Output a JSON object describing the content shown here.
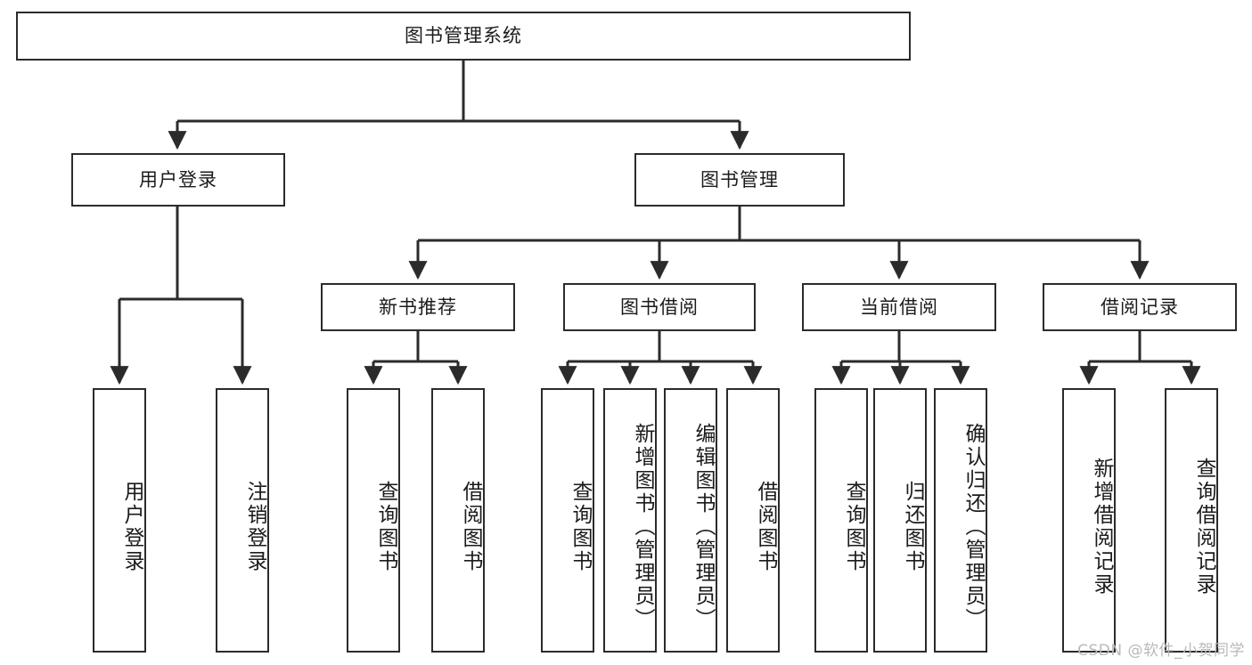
{
  "diagram": {
    "title": "图书管理系统",
    "type": "tree",
    "stroke_color": "#2b2b2b",
    "fill_color": "#ffffff",
    "text_color": "#1b1b1b",
    "watermark": "CSDN @软件_小贺同学"
  },
  "nodes": {
    "root": {
      "label": "图书管理系统"
    },
    "level2": [
      {
        "id": "user-login",
        "label": "用户登录"
      },
      {
        "id": "book-manage",
        "label": "图书管理"
      }
    ],
    "level3": [
      {
        "id": "new-book-recommend",
        "label": "新书推荐"
      },
      {
        "id": "book-borrow",
        "label": "图书借阅"
      },
      {
        "id": "current-borrow",
        "label": "当前借阅"
      },
      {
        "id": "borrow-record",
        "label": "借阅记录"
      }
    ],
    "leaves": {
      "user_login": [
        {
          "id": "leaf-user-login",
          "label": "用户登录"
        },
        {
          "id": "leaf-logout-login",
          "label": "注销登录"
        }
      ],
      "new_book_recommend": [
        {
          "id": "leaf-query-book-1",
          "label": "查询图书"
        },
        {
          "id": "leaf-borrow-book-1",
          "label": "借阅图书"
        }
      ],
      "book_borrow": [
        {
          "id": "leaf-query-book-2",
          "label": "查询图书"
        },
        {
          "id": "leaf-add-book",
          "label": "新增图书（管理员）"
        },
        {
          "id": "leaf-edit-book",
          "label": "编辑图书（管理员）"
        },
        {
          "id": "leaf-borrow-book-2",
          "label": "借阅图书"
        }
      ],
      "current_borrow": [
        {
          "id": "leaf-query-book-3",
          "label": "查询图书"
        },
        {
          "id": "leaf-return-book",
          "label": "归还图书"
        },
        {
          "id": "leaf-confirm-return",
          "label": "确认归还（管理员）"
        }
      ],
      "borrow_record": [
        {
          "id": "leaf-add-record",
          "label": "新增借阅记录"
        },
        {
          "id": "leaf-query-record",
          "label": "查询借阅记录"
        }
      ]
    }
  }
}
